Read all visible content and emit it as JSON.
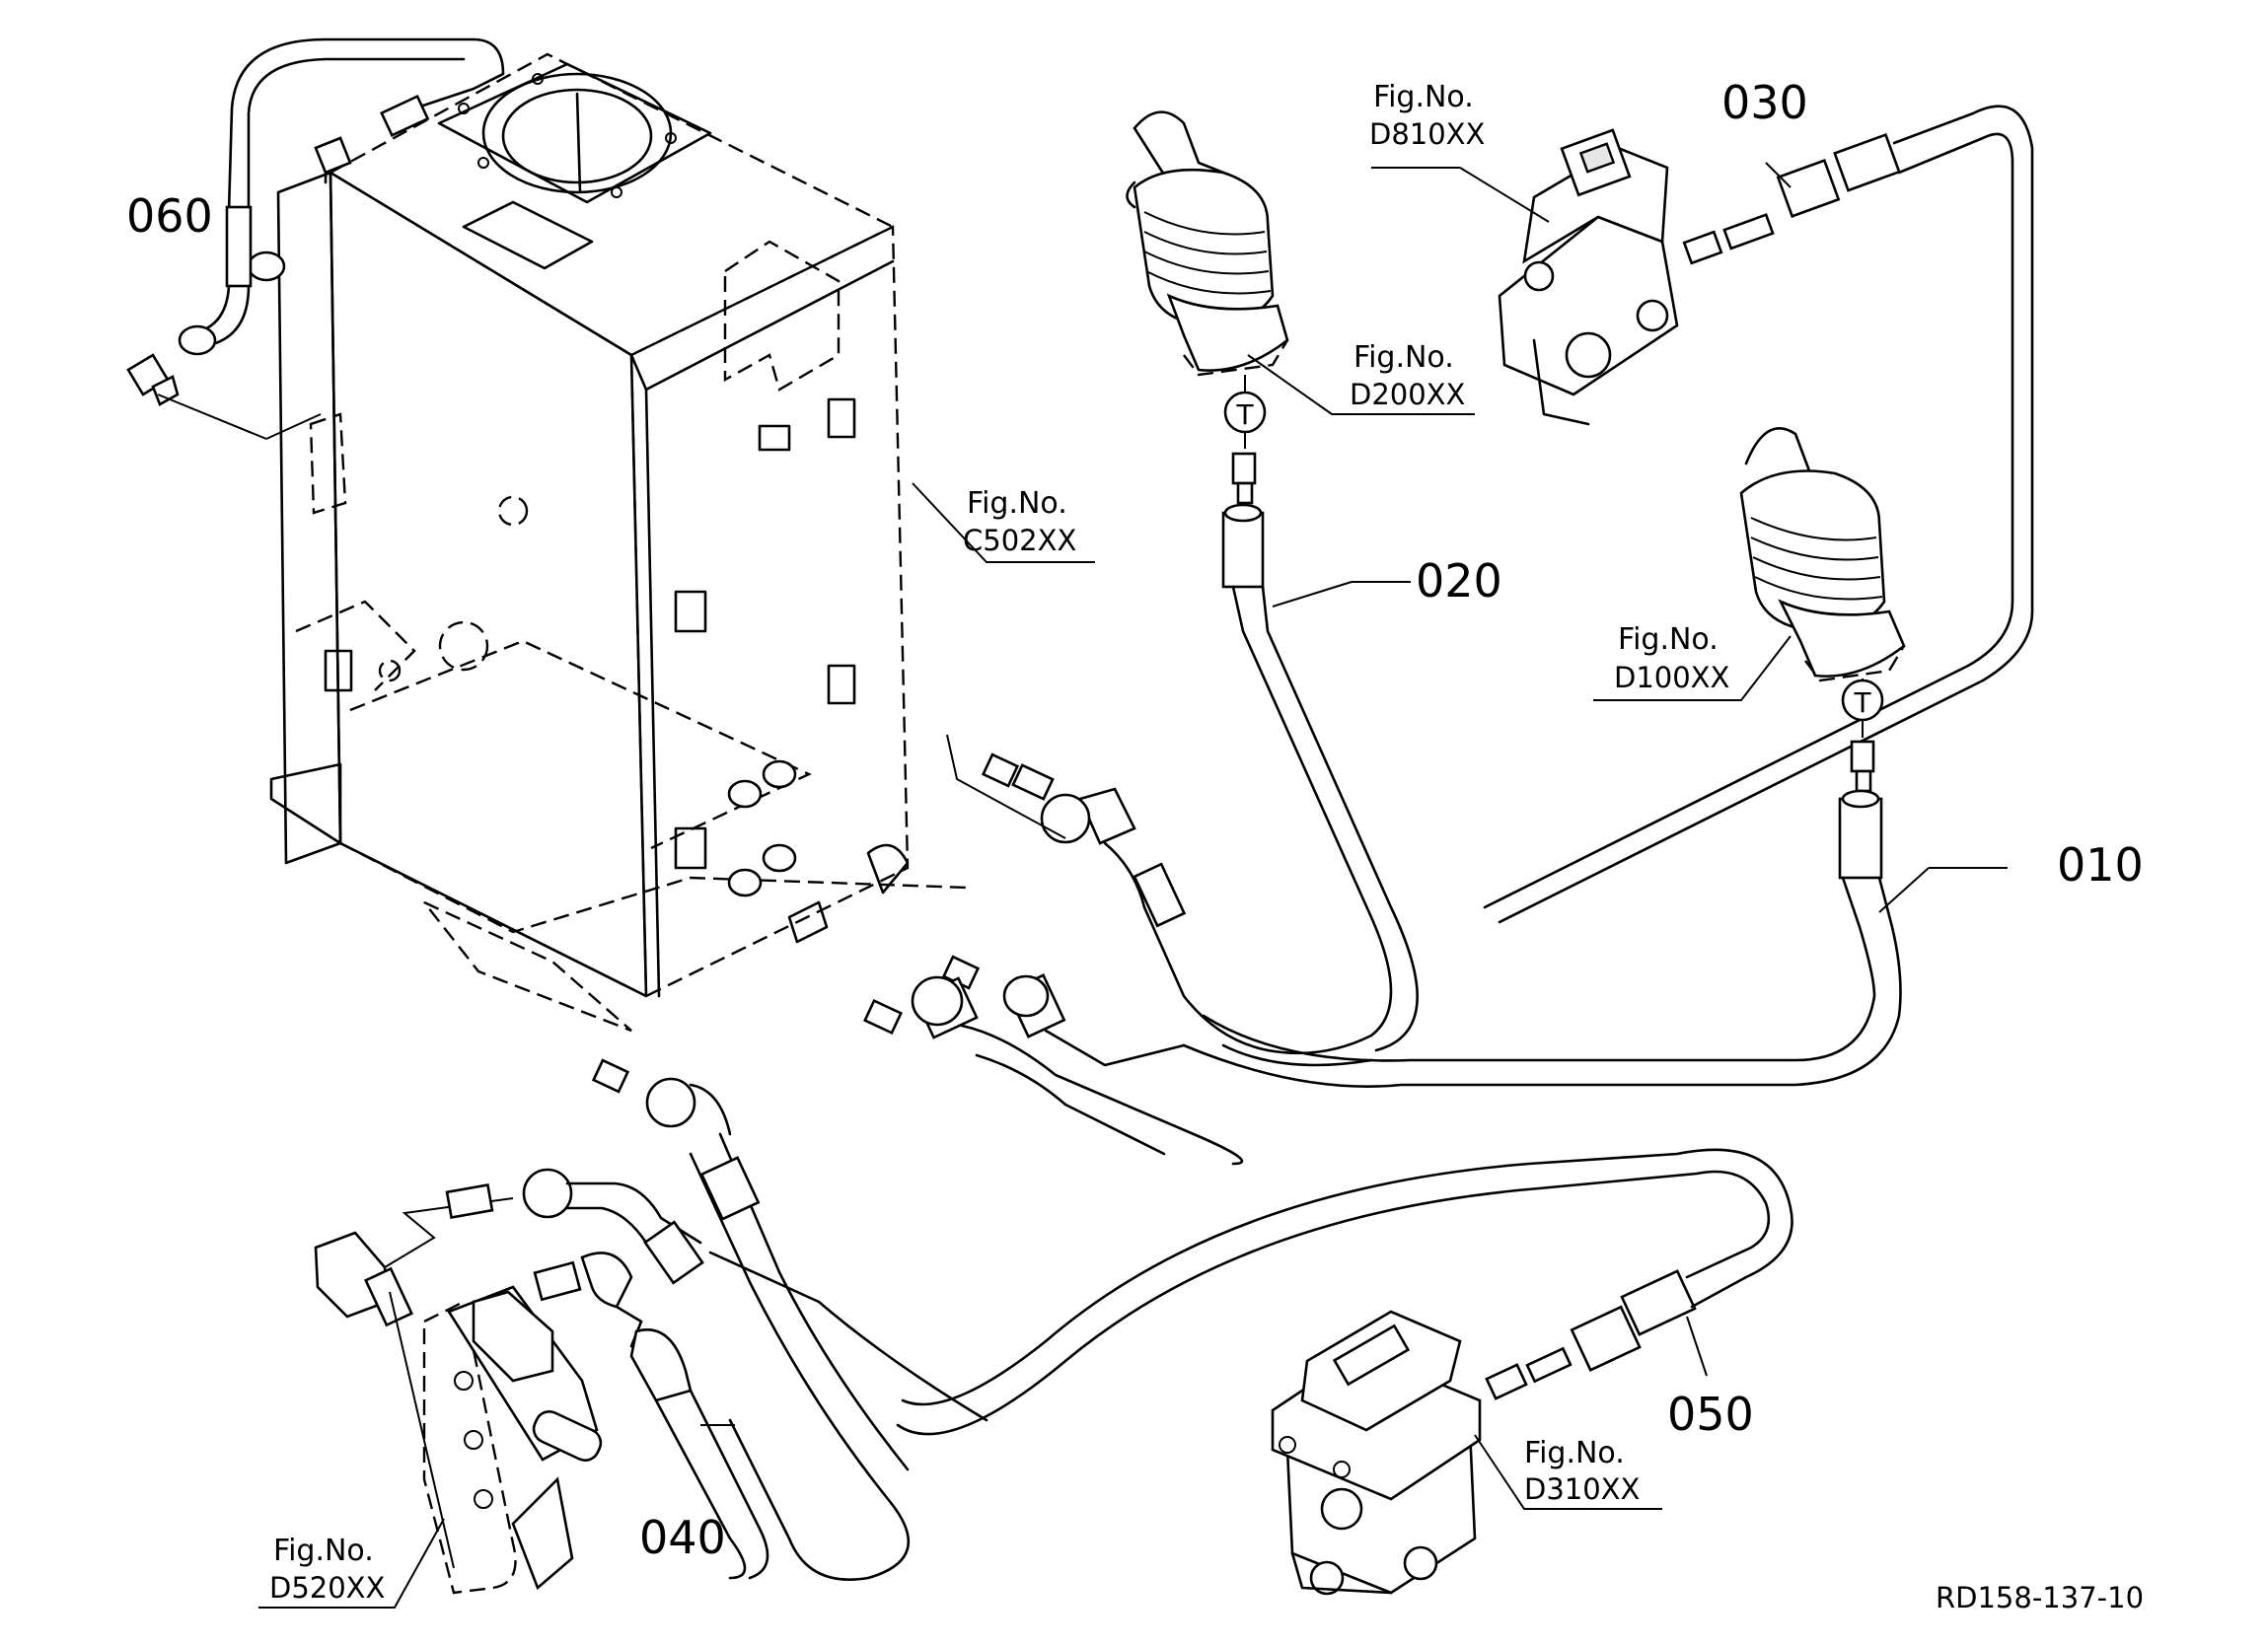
{
  "diagram": {
    "part_labels": [
      {
        "id": "060",
        "text": "060"
      },
      {
        "id": "030",
        "text": "030"
      },
      {
        "id": "020",
        "text": "020"
      },
      {
        "id": "010",
        "text": "010"
      },
      {
        "id": "050",
        "text": "050"
      },
      {
        "id": "040",
        "text": "040"
      }
    ],
    "figure_refs": [
      {
        "id": "d810",
        "label": "Fig.No.",
        "code": "D810XX"
      },
      {
        "id": "d200",
        "label": "Fig.No.",
        "code": "D200XX"
      },
      {
        "id": "c502",
        "label": "Fig.No.",
        "code": "C502XX"
      },
      {
        "id": "d100",
        "label": "Fig.No.",
        "code": "D100XX"
      },
      {
        "id": "d310",
        "label": "Fig.No.",
        "code": "D310XX"
      },
      {
        "id": "d520",
        "label": "Fig.No.",
        "code": "D520XX"
      }
    ],
    "torque_marks": [
      {
        "id": "t1",
        "text": "T"
      },
      {
        "id": "t2",
        "text": "T"
      }
    ],
    "drawing_number": "RD158-137-10"
  }
}
